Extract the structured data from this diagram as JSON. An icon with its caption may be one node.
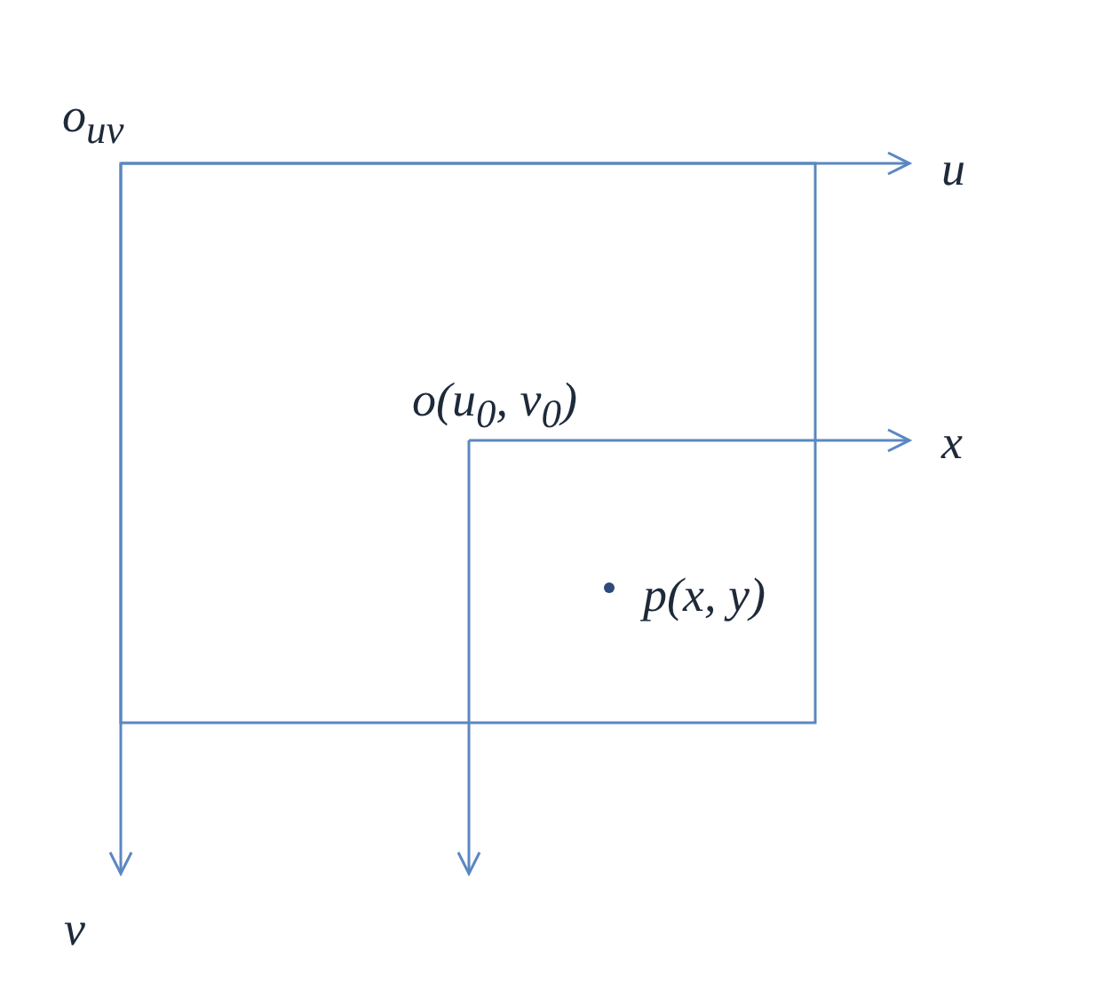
{
  "diagram": {
    "labels": [
      "o$_{uv}$",
      "u",
      "v",
      "o(u$_{0}$, v$_{0}$)",
      "x",
      "p(x, y)"
    ]
  }
}
